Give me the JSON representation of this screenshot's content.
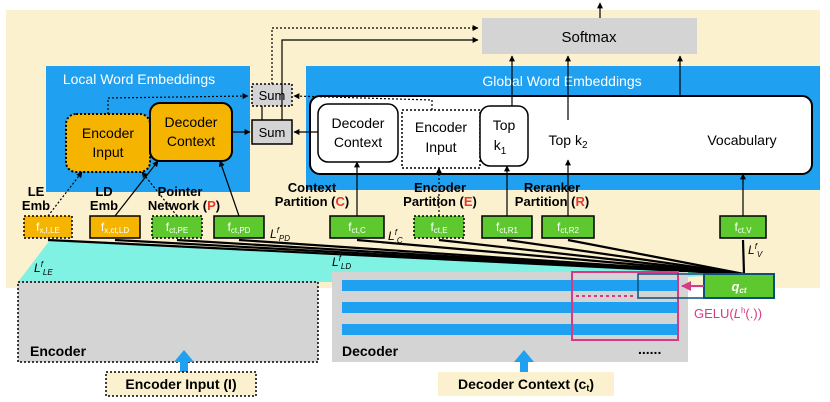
{
  "colors": {
    "cream": "#fbf1cf",
    "blue": "#1fa0f0",
    "orange": "#f5b400",
    "green": "#5dc92e",
    "gray": "#d4d4d4",
    "cyan": "#7ff2e4",
    "magenta": "#d63a86",
    "red": "#e8392c"
  },
  "top": {
    "softmax": "Softmax",
    "sum_upper": "Sum",
    "sum_lower": "Sum"
  },
  "local": {
    "title": "Local Word Embeddings",
    "encoder_input": [
      "Encoder",
      "Input"
    ],
    "decoder_context": [
      "Decoder",
      "Context"
    ]
  },
  "global": {
    "title": "Global Word Embeddings",
    "decoder_context": [
      "Decoder",
      "Context"
    ],
    "encoder_input": [
      "Encoder",
      "Input"
    ],
    "top_k1": [
      "Top",
      "k",
      "1"
    ],
    "top_k2": [
      "Top k",
      "2"
    ],
    "vocabulary": "Vocabulary"
  },
  "labels": {
    "le_emb": [
      "LE",
      "Emb"
    ],
    "ld_emb": [
      "LD",
      "Emb"
    ],
    "pointer": [
      "Pointer",
      "Network (",
      "P",
      ")"
    ],
    "context_partition": [
      "Context",
      "Partition (",
      "C",
      ")"
    ],
    "encoder_partition": [
      "Encoder",
      "Partition (",
      "E",
      ")"
    ],
    "reranker_partition": [
      "Reranker",
      "Partition (",
      "R",
      ")"
    ]
  },
  "boxes": {
    "f_le": [
      "f",
      "x,I,LE"
    ],
    "f_ld": [
      "f",
      "x,ct,LD"
    ],
    "f_pe": [
      "f",
      "ct,PE"
    ],
    "f_pd": [
      "f",
      "ct,PD"
    ],
    "f_c": [
      "f",
      "ct,C"
    ],
    "f_e": [
      "f",
      "ct,E"
    ],
    "f_r1": [
      "f",
      "ct,R1"
    ],
    "f_r2": [
      "f",
      "ct,R2"
    ],
    "f_v": [
      "f",
      "ct,V"
    ]
  },
  "losses": {
    "pd": [
      "L",
      "f",
      "PD"
    ],
    "c": [
      "L",
      "f",
      "C"
    ],
    "v": [
      "L",
      "f",
      "V"
    ],
    "le": [
      "L",
      "f",
      "LE"
    ],
    "ld": [
      "L",
      "f",
      "LD"
    ]
  },
  "bottom": {
    "q": [
      "q",
      "ct"
    ],
    "gelu": [
      "GELU(",
      "L",
      "h",
      "(.))"
    ],
    "encoder": "Encoder",
    "decoder": "Decoder",
    "dots": "......",
    "encoder_input": "Encoder Input (I)",
    "decoder_context": [
      "Decoder Context (c",
      "t",
      ")"
    ]
  }
}
